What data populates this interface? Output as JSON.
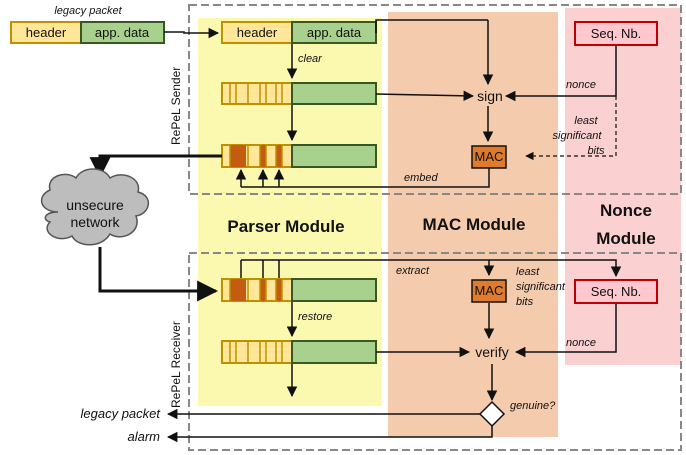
{
  "labels": {
    "legacy_packet_top": "legacy packet",
    "header": "header",
    "app_data": "app. data",
    "clear": "clear",
    "sign": "sign",
    "nonce": "nonce",
    "least_sig_bits": [
      "least",
      "significant",
      "bits"
    ],
    "mac": "MAC",
    "seq_nb": "Seq. Nb.",
    "embed": "embed",
    "sender_group": "RePeL Sender",
    "receiver_group": "RePeL Receiver",
    "network": [
      "unsecure",
      "network"
    ],
    "parser_module": "Parser Module",
    "mac_module": "MAC Module",
    "nonce_module": [
      "Nonce",
      "Module"
    ],
    "extract": "extract",
    "restore": "restore",
    "verify": "verify",
    "genuine": "genuine?",
    "legacy_packet_out": "legacy packet",
    "alarm": "alarm"
  },
  "colors": {
    "header_fill": "#ffe699",
    "header_stroke": "#bf9000",
    "data_fill": "#a9d18e",
    "data_stroke": "#385723",
    "parser_zone": "#fbf8b0",
    "mac_zone": "#f4cbac",
    "nonce_zone": "#fbd0d0",
    "mac_box": "#e07a2c",
    "embedded_bit": "#c55a11",
    "seq_fill": "#ffc7ce",
    "seq_stroke": "#c00000",
    "group_border": "#888888"
  }
}
